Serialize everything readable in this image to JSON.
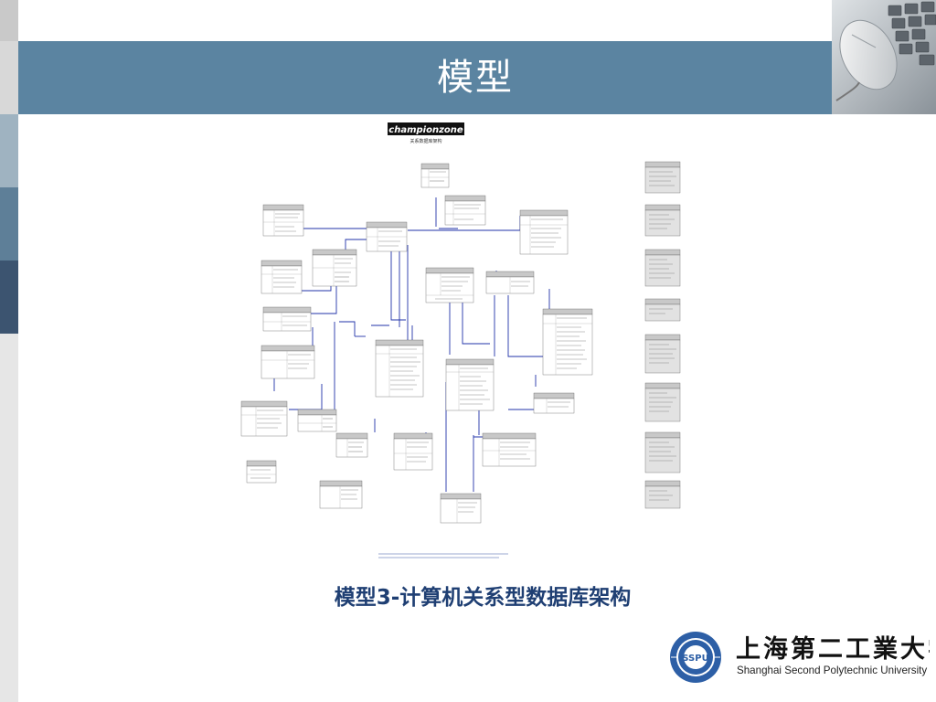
{
  "slide": {
    "title": "模型",
    "caption": "模型3-计算机关系型数据库架构"
  },
  "diagram": {
    "brand_logo": "championzone",
    "subtitle": "关系数据库架构"
  },
  "footer": {
    "university_cn": "上海第二工業大学",
    "university_en": "Shanghai Second Polytechnic University",
    "seal_letters": "SSPU"
  },
  "colors": {
    "header_band": "#5b84a1",
    "caption_text": "#1f3f73",
    "logo_blue": "#2d5fa6",
    "connector_line": "#2233aa"
  },
  "icons": [
    "computer-mouse-photo",
    "university-seal-icon"
  ]
}
